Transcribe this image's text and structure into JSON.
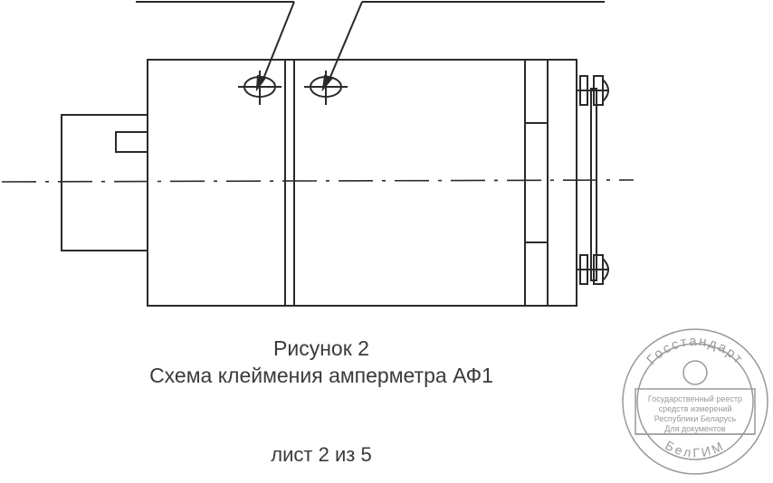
{
  "figure": {
    "number_label": "Рисунок 2",
    "title": "Схема клеймения амперметра АФ1"
  },
  "sheet": {
    "label": "лист 2 из 5"
  },
  "stamp": {
    "top_text": "Госстандарт",
    "line1": "Государственный реестр",
    "line2": "средств измерений",
    "line3": "Республики Беларусь",
    "line4": "Для документов",
    "bottom_text": "БелГИМ",
    "color": "#9a9a9a"
  },
  "colors": {
    "ink": "#2a2a2a",
    "caption": "#3a3a3a",
    "paper": "#ffffff"
  }
}
